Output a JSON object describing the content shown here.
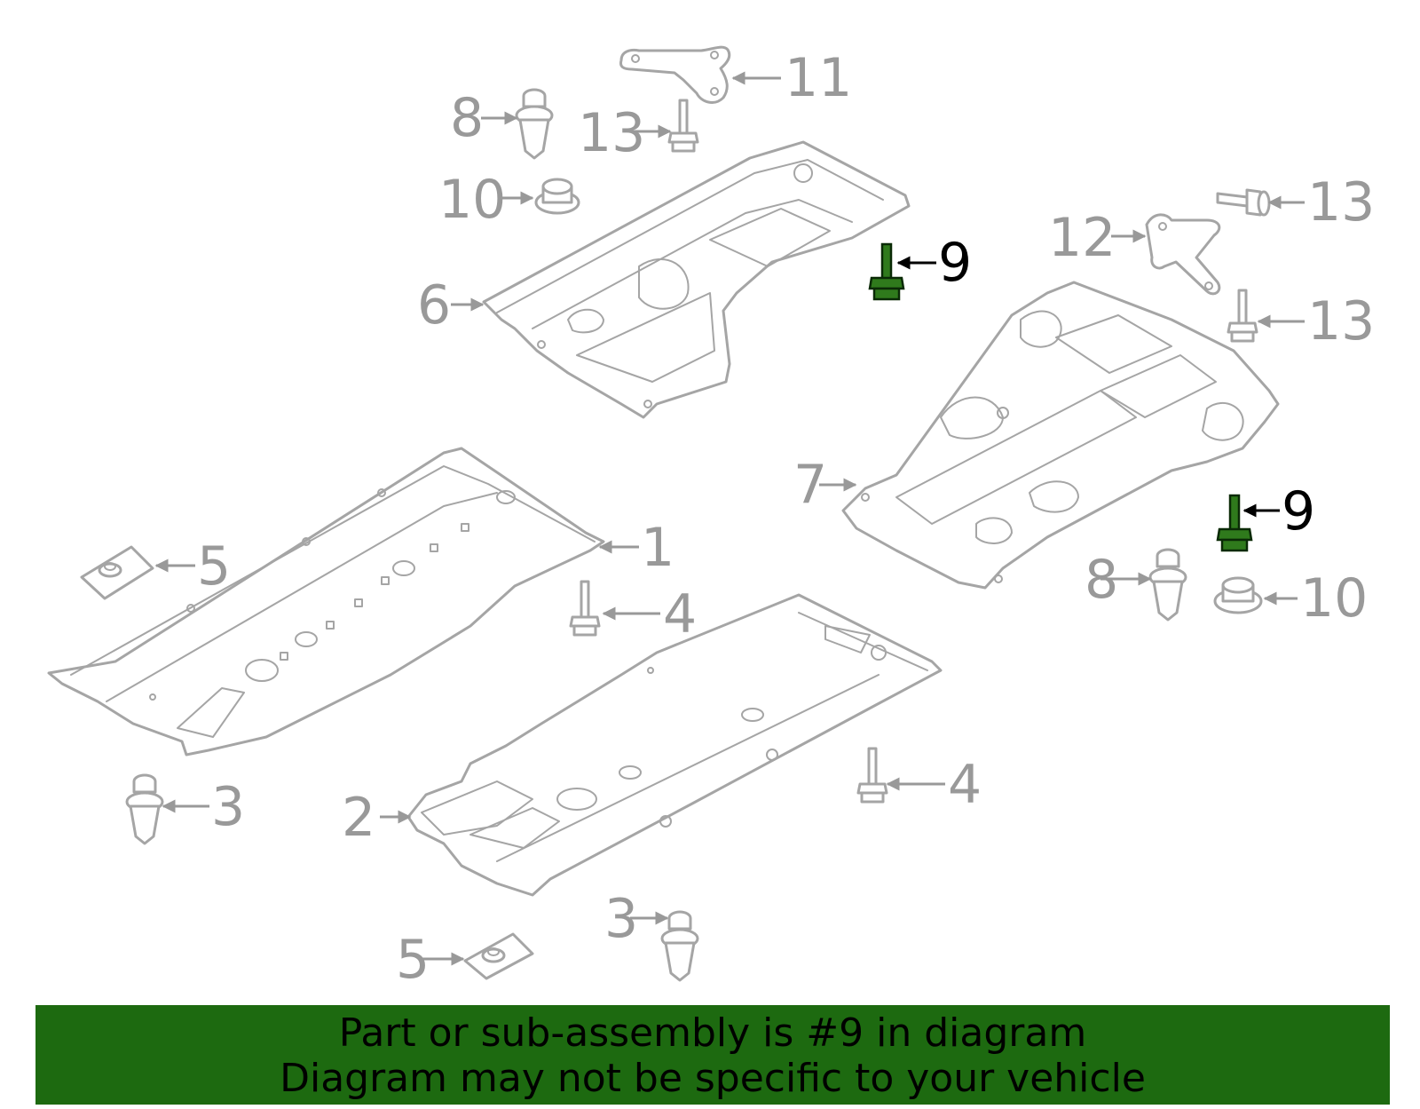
{
  "callouts": {
    "c1": "1",
    "c2": "2",
    "c3a": "3",
    "c3b": "3",
    "c4a": "4",
    "c4b": "4",
    "c5a": "5",
    "c5b": "5",
    "c6": "6",
    "c7": "7",
    "c8a": "8",
    "c8b": "8",
    "c9a": "9",
    "c9b": "9",
    "c10a": "10",
    "c10b": "10",
    "c11": "11",
    "c12": "12",
    "c13a": "13",
    "c13b": "13",
    "c13c": "13"
  },
  "highlight": {
    "part_number": "9",
    "color": "#1d6a10",
    "bolt_color": "#2f7a1c"
  },
  "banner": {
    "line1": "Part or sub-assembly is #9 in diagram",
    "line2": "Diagram may not be specific to your vehicle"
  }
}
